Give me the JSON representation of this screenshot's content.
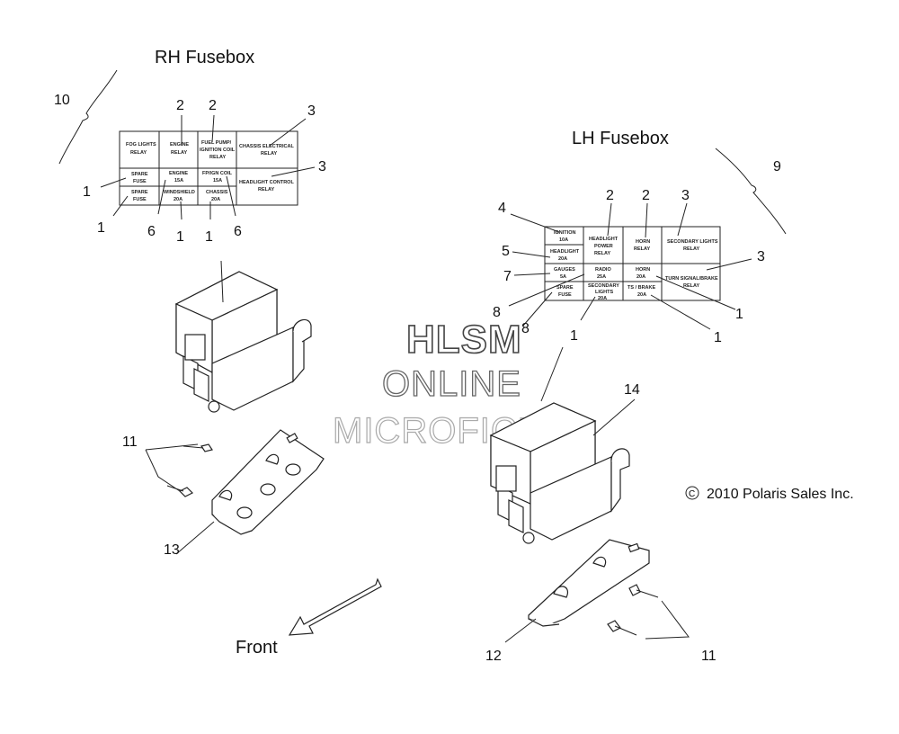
{
  "titles": {
    "rh": "RH Fusebox",
    "lh": "LH Fusebox",
    "front": "Front",
    "copyright": "2010 Polaris Sales Inc.",
    "copyright_symbol": "C"
  },
  "watermark": {
    "line1": "HLSM",
    "line2": "ONLINE",
    "line3": "MICROFICHE"
  },
  "rh_fusebox": {
    "cells": {
      "fog_lights_relay": [
        "FOG LIGHTS",
        "RELAY"
      ],
      "engine_relay": [
        "ENGINE",
        "RELAY"
      ],
      "fuel_pump_relay": [
        "FUEL PUMP/",
        "IGNITION COIL",
        "RELAY"
      ],
      "chassis_relay": [
        "CHASSIS ELECTRICAL",
        "RELAY"
      ],
      "spare_fuse_1": [
        "SPARE",
        "FUSE"
      ],
      "engine_fuse": [
        "ENGINE",
        "15A"
      ],
      "fp_ign_coil_fuse": [
        "FP/IGN COIL",
        "15A"
      ],
      "headlight_control_relay": [
        "HEADLIGHT CONTROL",
        "RELAY"
      ],
      "spare_fuse_2": [
        "SPARE",
        "FUSE"
      ],
      "windshield_fuse": [
        "WINDSHIELD",
        "20A"
      ],
      "chassis_fuse": [
        "CHASSIS",
        "20A"
      ]
    }
  },
  "lh_fusebox": {
    "cells": {
      "ignition_fuse": [
        "IGNITION",
        "10A"
      ],
      "headlight_fuse": [
        "HEADLIGHT",
        "20A"
      ],
      "headlight_power_relay": [
        "HEADLIGHT",
        "POWER",
        "RELAY"
      ],
      "horn_relay": [
        "HORN",
        "RELAY"
      ],
      "secondary_lights_relay": [
        "SECONDARY LIGHTS",
        "RELAY"
      ],
      "gauges_fuse": [
        "GAUGES",
        "5A"
      ],
      "radio_fuse": [
        "RADIO",
        "25A"
      ],
      "horn_fuse": [
        "HORN",
        "20A"
      ],
      "turn_signal_relay": [
        "TURN SIGNAL/BRAKE",
        "RELAY"
      ],
      "spare_fuse": [
        "SPARE",
        "FUSE"
      ],
      "secondary_lights_fuse": [
        "SECONDARY",
        "LIGHTS",
        "20A"
      ],
      "ts_brake_fuse": [
        "TS / BRAKE",
        "20A"
      ]
    }
  },
  "callouts": {
    "c10": "10",
    "c2a": "2",
    "c2b": "2",
    "c3a": "3",
    "c3b": "3",
    "c1a": "1",
    "c1b": "1",
    "c6a": "6",
    "c1c": "1",
    "c1d": "1",
    "c6b": "6",
    "c9": "9",
    "c4": "4",
    "c2c": "2",
    "c2d": "2",
    "c3c": "3",
    "c5": "5",
    "c3d": "3",
    "c7": "7",
    "c8a": "8",
    "c1e": "1",
    "c8b": "8",
    "c1f": "1",
    "c1g": "1",
    "c14": "14",
    "c11a": "11",
    "c13": "13",
    "c12": "12",
    "c11b": "11"
  }
}
